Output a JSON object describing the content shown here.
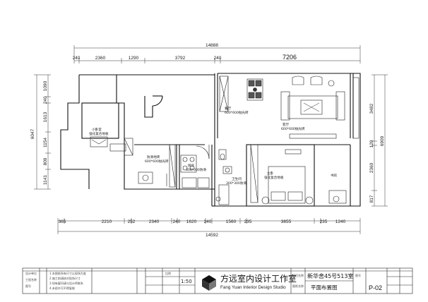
{
  "plan": {
    "top_overall": "14888",
    "top_segments": [
      "240",
      "2360",
      "1290",
      "3792",
      "240"
    ],
    "top_right": "7206",
    "bottom_segments": [
      "365",
      "2210",
      "252",
      "2340",
      "240",
      "1620",
      "240",
      "1560",
      "235",
      "3855",
      "235",
      "1240"
    ],
    "bottom_overall": "14592",
    "left_segments": [
      "1090",
      "240",
      "1613",
      "1154",
      "809",
      "1141"
    ],
    "left_overall": "6047",
    "right_segments": [
      "3482",
      "120",
      "2360",
      "817"
    ],
    "right_overall": "6909"
  },
  "rooms": {
    "dining_name": "餐厅",
    "dining_size": "600*600抛光砖",
    "living_name": "客厅",
    "living_size": "600*600抛光砖",
    "small_bed_name": "小卧室",
    "small_bed_floor": "强化复合地板",
    "balcony_name": "防滑地砖",
    "balcony_size": "600*600抛光砖",
    "kitchen_name": "厨房",
    "kitchen_size": "300*300防滑",
    "bath_name": "卫生间",
    "bath_size": "300*300防滑",
    "master_name": "主卧",
    "master_floor": "强化复合地板",
    "study_name": "书房"
  },
  "title_block": {
    "cell1": "设计单位",
    "cell2": "工程名称",
    "cell3": "图号",
    "notes": [
      "1.本图纸所有尺寸以现场为准",
      "2.施工前请核对现场尺寸",
      "3.如有疑问请与设计师联系",
      "4.未经许可不得复制"
    ],
    "scale_label": "比例",
    "scale": "1:50",
    "studio_cn": "方远室内设计工作室",
    "studio_en": "Fang Yuan Interior Design Studio",
    "project_label": "项目名称",
    "project": "新华舍45号513室",
    "drawing_label": "图纸名称",
    "drawing": "平面布置图",
    "code_label": "图号",
    "code": "P-02"
  }
}
